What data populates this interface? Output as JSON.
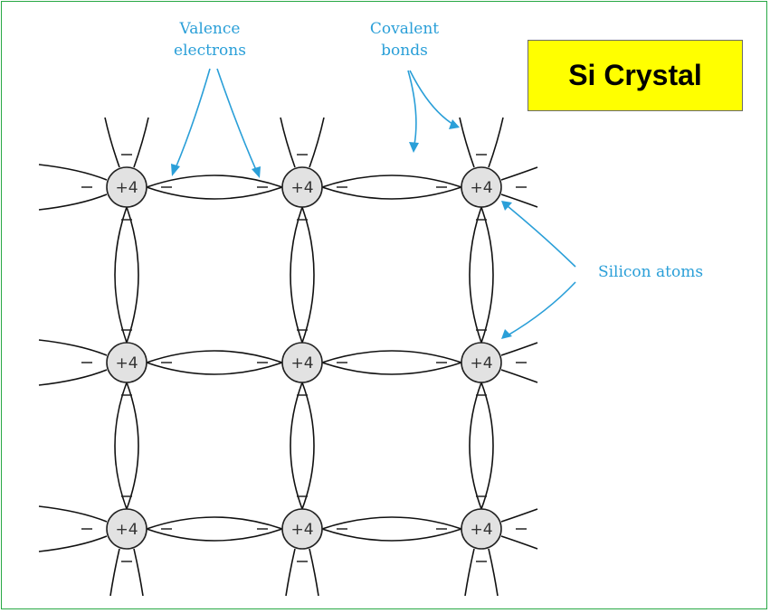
{
  "title": "Si Crystal",
  "colors": {
    "border": "#27a844",
    "title_bg": "#ffff00",
    "callout": "#2a9fd8",
    "atom_fill": "#e2e2e2"
  },
  "atom_label": "+4",
  "electron_symbol": "−",
  "lattice": {
    "rows": 3,
    "columns": 3
  },
  "callouts": {
    "valence": [
      "Valence",
      "electrons"
    ],
    "covalent": [
      "Covalent",
      "bonds"
    ],
    "silicon": "Silicon atoms"
  }
}
